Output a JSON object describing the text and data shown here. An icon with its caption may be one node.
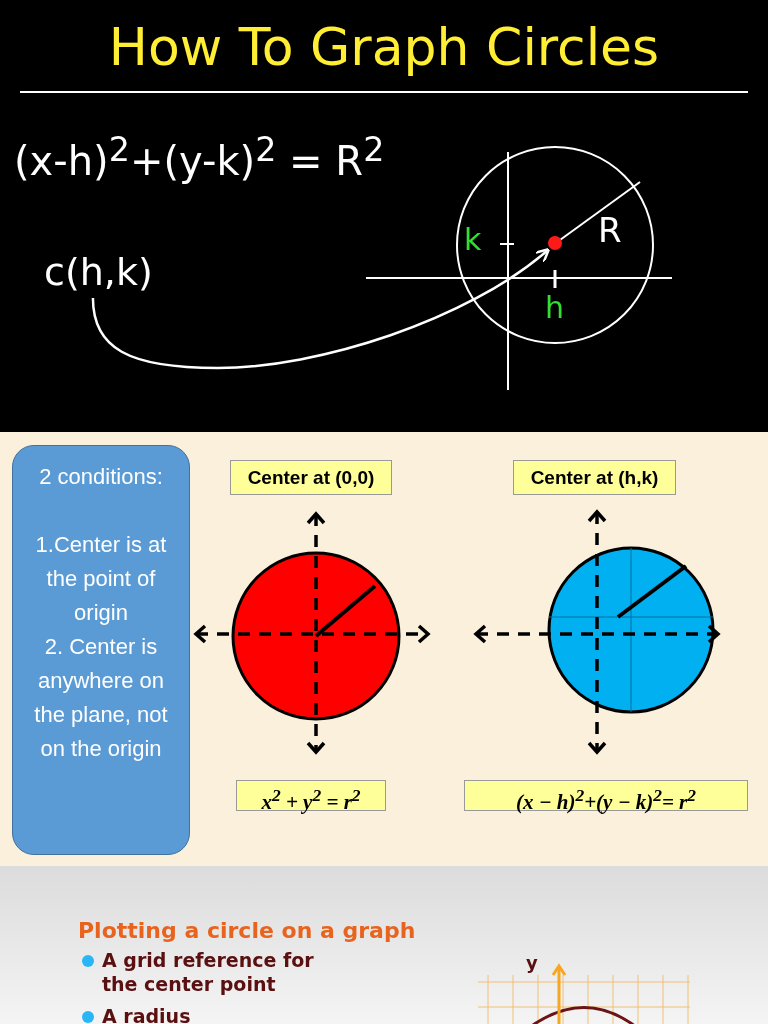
{
  "diagram": {
    "title": "How To Graph Circles",
    "nodes": [
      {
        "text": [
          "c(h,k)"
        ]
      },
      {
        "text": [],
        "shape": "circle"
      },
      {
        "text": [
          "2 conditions:",
          "1.Center is at the point of origin",
          "2. Center is anywhere on the plane, not on the origin"
        ]
      },
      {
        "text": [
          "Center at (0,0)"
        ]
      },
      {
        "text": [
          "Center at (h,k)"
        ]
      },
      {
        "text": [
          "x$^{2}$ + y$^{2}$ = r$^{2}$"
        ]
      },
      {
        "text": [
          "(x − h)$^{2}$+(y − k)$^{2}$= r$^{2}$"
        ]
      }
    ],
    "edges": [
      {
        "from": 0,
        "to": 1,
        "arrow": "to"
      }
    ],
    "labels": [
      "(x-h)$^{2}$+(y-k)$^{2}$ = R$^{2}$",
      "k",
      "R",
      "h",
      "Plotting a circle on a graph",
      "A grid reference for the center point",
      "A radius",
      "y"
    ]
  }
}
